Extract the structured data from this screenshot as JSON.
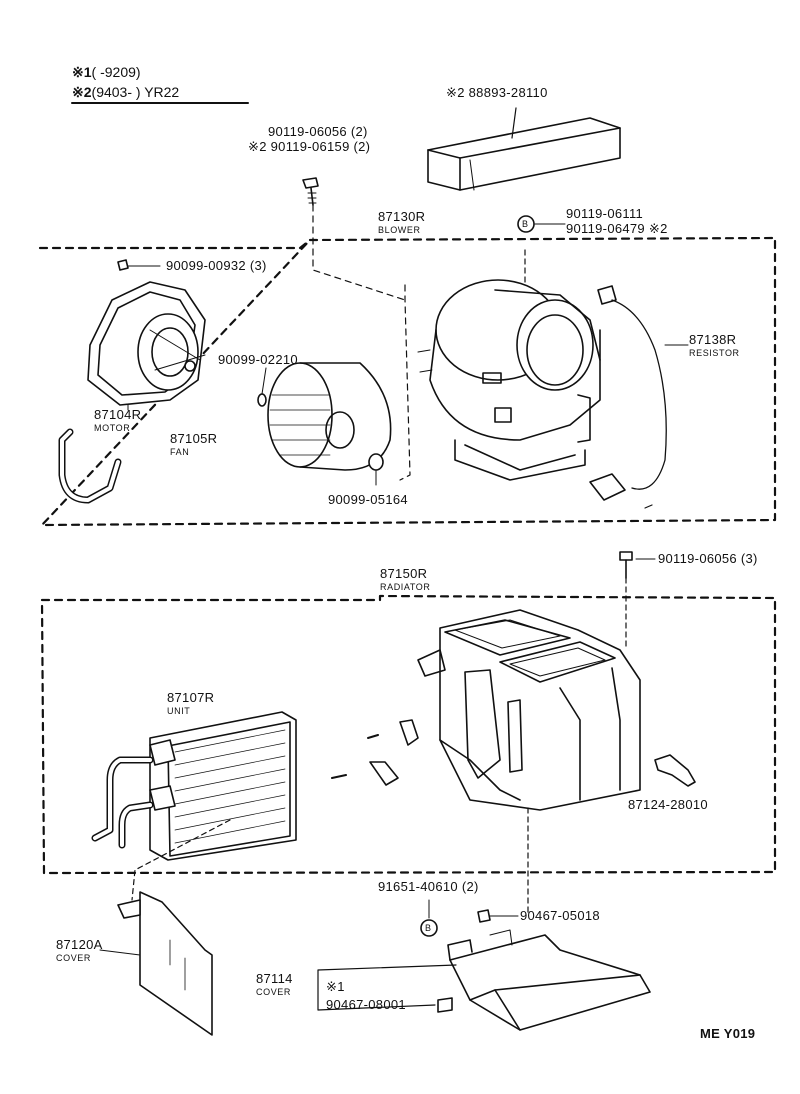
{
  "legend": {
    "note1": {
      "mark": "※1",
      "range": "(      -9209)"
    },
    "note2": {
      "mark": "※2",
      "range": "(9403-       ) YR22"
    }
  },
  "callouts": {
    "filter": "※2 88893-28110",
    "screw_top_a": "90119-06056 (2)",
    "screw_top_b": "※2 90119-06159 (2)",
    "blower_code": "87130R",
    "blower_name": "BLOWER",
    "bolt_b_a": "90119-06111",
    "bolt_b_b": "90119-06479 ※2",
    "screw_motor": "90099-00932 (3)",
    "resistor_code": "87138R",
    "resistor_name": "RESISTOR",
    "washer": "90099-02210",
    "motor_code": "87104R",
    "motor_name": "MOTOR",
    "fan_code": "87105R",
    "fan_name": "FAN",
    "nut": "90099-05164",
    "radiator_code": "87150R",
    "radiator_name": "RADIATOR",
    "screw_radiator": "90119-06056 (3)",
    "unit_code": "87107R",
    "unit_name": "UNIT",
    "bracket": "87124-28010",
    "clip_b": "91651-40610 (2)",
    "grommet": "90467-05018",
    "cover_a_code": "87120A",
    "cover_a_name": "COVER",
    "cover_b_code": "87114",
    "cover_b_name": "COVER",
    "cover_b_note": "※1",
    "clip_cover": "90467-08001",
    "bubble_letter": "B",
    "page_code": "ME  Y019"
  }
}
